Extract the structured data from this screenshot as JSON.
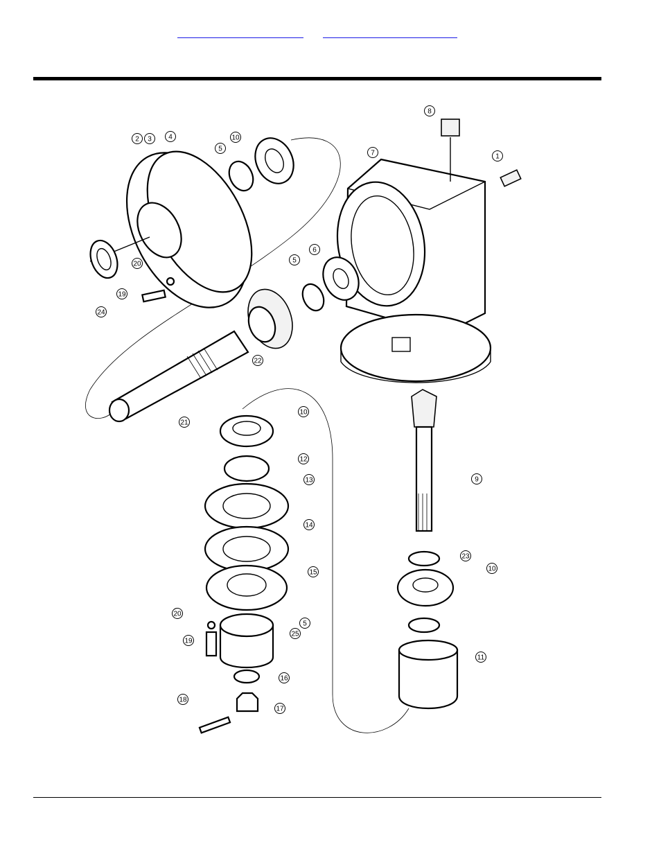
{
  "header": {
    "link_left": "",
    "link_right": ""
  },
  "callouts": [
    {
      "n": "1"
    },
    {
      "n": "2"
    },
    {
      "n": "3"
    },
    {
      "n": "4"
    },
    {
      "n": "5"
    },
    {
      "n": "5"
    },
    {
      "n": "5"
    },
    {
      "n": "6"
    },
    {
      "n": "7"
    },
    {
      "n": "8"
    },
    {
      "n": "9"
    },
    {
      "n": "10"
    },
    {
      "n": "10"
    },
    {
      "n": "10"
    },
    {
      "n": "11"
    },
    {
      "n": "12"
    },
    {
      "n": "13"
    },
    {
      "n": "14"
    },
    {
      "n": "15"
    },
    {
      "n": "16"
    },
    {
      "n": "17"
    },
    {
      "n": "18"
    },
    {
      "n": "19"
    },
    {
      "n": "19"
    },
    {
      "n": "20"
    },
    {
      "n": "20"
    },
    {
      "n": "21"
    },
    {
      "n": "22"
    },
    {
      "n": "23"
    },
    {
      "n": "24"
    },
    {
      "n": "25"
    }
  ]
}
